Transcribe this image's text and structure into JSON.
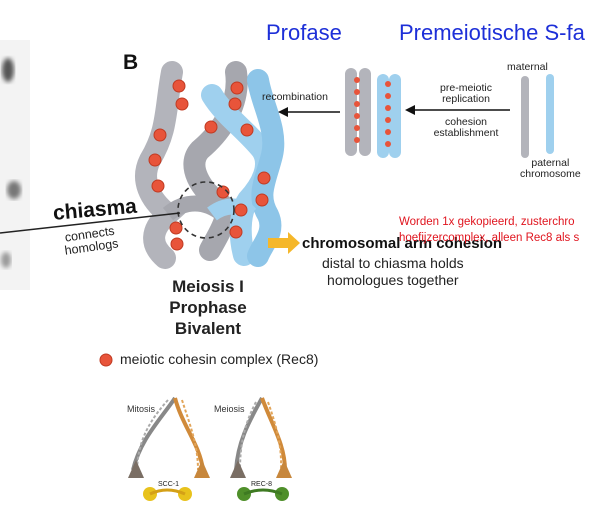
{
  "headings": {
    "profase": "Profase",
    "premeiotic": "Premeiotische S-fa"
  },
  "panel_letter": "B",
  "labels": {
    "recombination": "recombination",
    "premeiotic_replication": [
      "pre-meiotic",
      "replication"
    ],
    "cohesion_establishment": [
      "cohesion",
      "establishment"
    ],
    "maternal": "maternal",
    "paternal_chromosome": [
      "paternal",
      "chromosome"
    ],
    "chiasma": "chiasma",
    "connects_homologs": [
      "connects",
      "homologs"
    ],
    "arm_cohesion": "chromosomal arm cohesion",
    "distal": [
      "distal to chiasma holds",
      "homologues together"
    ],
    "meiosis_title": [
      "Meiosis I",
      "Prophase",
      "Bivalent"
    ],
    "legend": "meiotic cohesin complex (Rec8)",
    "mitosis": "Mitosis",
    "meiosis": "Meiosis",
    "scc1": "SCC-1",
    "rec8": "REC-8"
  },
  "note": [
    "Worden 1x gekopieerd, zusterchro",
    "hoefijzercomplex, alleen Rec8 als s"
  ],
  "colors": {
    "heading": "#1d2fd8",
    "note": "#e0141e",
    "cohesin": "#e8543a",
    "gray_chrom": "#b3b4bb",
    "blue_chrom": "#9fd0ee",
    "arrow_yellow": "#f5b72a"
  }
}
